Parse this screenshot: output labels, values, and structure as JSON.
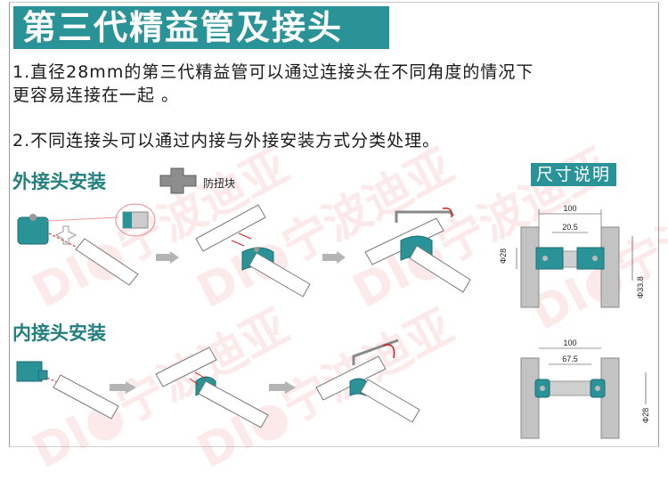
{
  "title": "第三代精益管及接头",
  "description": {
    "line1": "1.直径28mm的第三代精益管可以通过连接头在不同角度的情况下",
    "line2": "更容易连接在一起 。",
    "line3": "2.不同连接头可以通过内接与外接安装方式分类处理。"
  },
  "outer_install": {
    "title": "外接头安装",
    "anti_twist_label": "防扭块"
  },
  "inner_install": {
    "title": "内接头安装"
  },
  "dimensions": {
    "title": "尺寸说明",
    "diagram1": {
      "width": "100",
      "gap": "20.5",
      "pipe_dia": "Φ28",
      "connector_dia": "Φ33.8"
    },
    "diagram2": {
      "width": "100",
      "inner": "67.5",
      "pipe_dia": "Φ28"
    }
  },
  "watermark": "宁波迪亚",
  "colors": {
    "teal": "#2a9397",
    "section_teal": "#23807f",
    "arrow_gray": "#b4b4b4",
    "red": "#c8231e"
  }
}
